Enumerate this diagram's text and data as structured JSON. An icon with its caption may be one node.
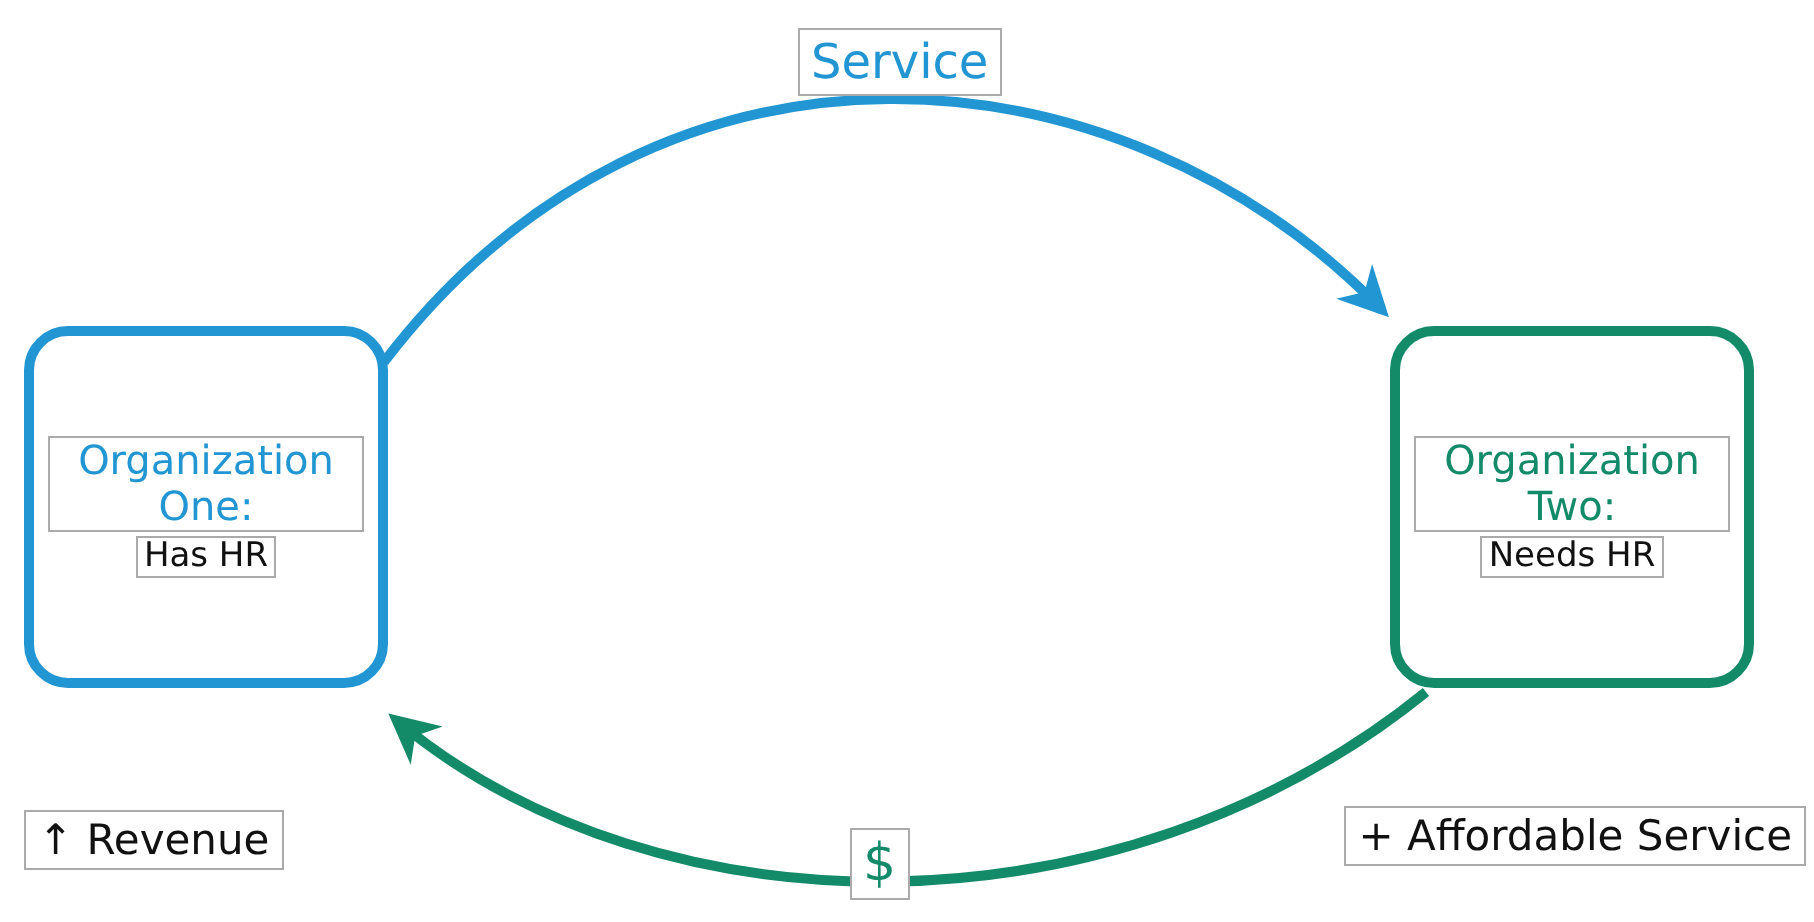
{
  "diagram": {
    "nodes": [
      {
        "text": [
          "Organization One:",
          "Has HR"
        ]
      },
      {
        "text": [
          "Organization Two:",
          "Needs HR"
        ]
      }
    ],
    "edges": [
      {
        "from": 0,
        "to": 1,
        "arrow": "to",
        "label": "Service",
        "color": "#2196d3"
      },
      {
        "from": 1,
        "to": 0,
        "arrow": "to",
        "label": "$",
        "color": "#138a68"
      }
    ],
    "labels": [
      "↑ Revenue",
      "+ Affordable Service"
    ]
  }
}
